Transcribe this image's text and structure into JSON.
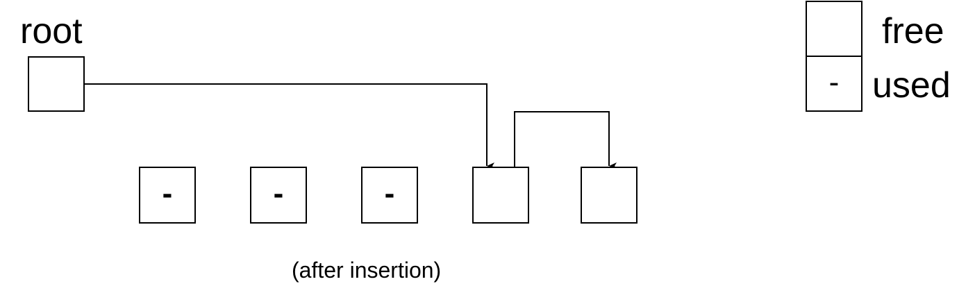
{
  "root_label": "root",
  "caption": "(after insertion)",
  "legend": {
    "free_label": "free",
    "used_label": "used",
    "used_mark": "-"
  },
  "blocks": [
    {
      "state": "used",
      "mark": "-"
    },
    {
      "state": "used",
      "mark": "-"
    },
    {
      "state": "used",
      "mark": "-"
    },
    {
      "state": "free",
      "mark": ""
    },
    {
      "state": "free",
      "mark": ""
    }
  ]
}
